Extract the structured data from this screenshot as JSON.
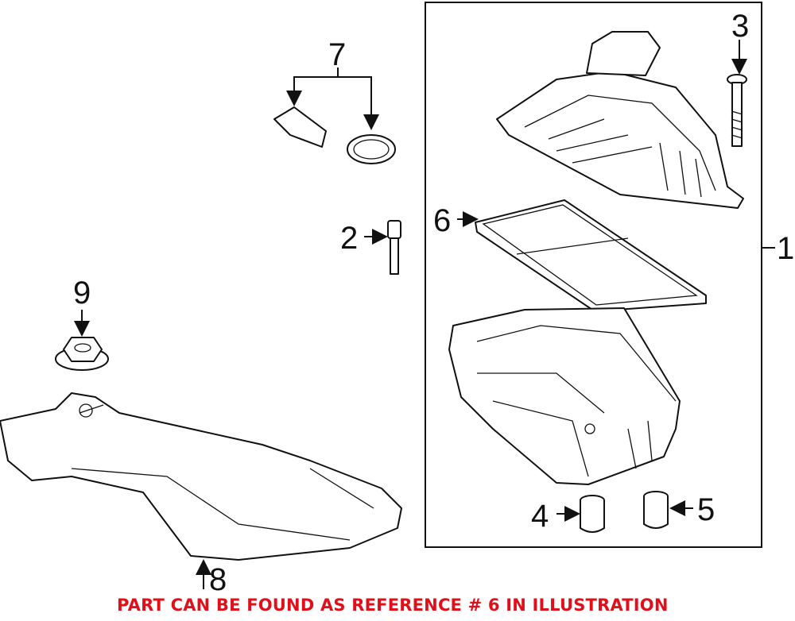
{
  "callouts": {
    "c1": "1",
    "c2": "2",
    "c3": "3",
    "c4": "4",
    "c5": "5",
    "c6": "6",
    "c7": "7",
    "c8": "8",
    "c9": "9"
  },
  "note": {
    "text": "PART CAN BE FOUND AS REFERENCE # 6 IN ILLUSTRATION",
    "color": "#e0101a"
  }
}
